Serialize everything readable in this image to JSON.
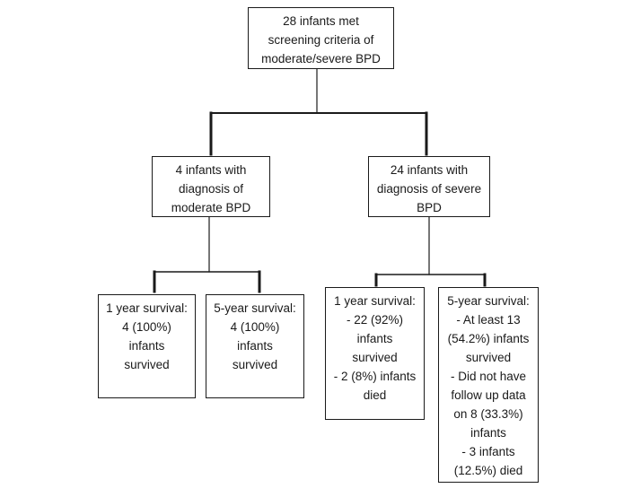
{
  "diagram": {
    "root": {
      "lines": [
        "28 infants met",
        "screening criteria of",
        "moderate/severe BPD"
      ]
    },
    "moderate": {
      "lines": [
        "4 infants with",
        "diagnosis of",
        "moderate BPD"
      ],
      "one_year": {
        "lines": [
          "1 year survival:",
          "4 (100%)",
          "infants",
          "survived"
        ]
      },
      "five_year": {
        "lines": [
          "5-year survival:",
          "4 (100%)",
          "infants",
          "survived"
        ]
      }
    },
    "severe": {
      "lines": [
        "24 infants with",
        "diagnosis of severe",
        "BPD"
      ],
      "one_year": {
        "lines": [
          "1 year survival:",
          "- 22 (92%)",
          "infants",
          "survived",
          "- 2 (8%) infants",
          "died"
        ]
      },
      "five_year": {
        "lines": [
          "5-year survival:",
          "- At least 13",
          "(54.2%) infants",
          "survived",
          "- Did not have",
          "follow up data",
          "on 8 (33.3%)",
          "infants",
          "- 3 infants",
          "(12.5%) died"
        ]
      }
    }
  }
}
